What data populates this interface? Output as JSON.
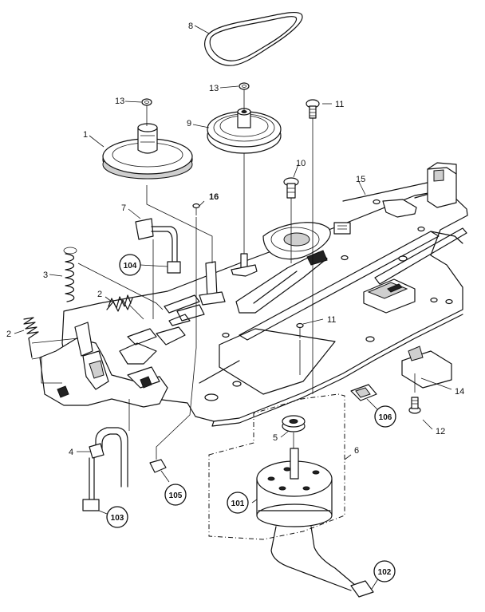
{
  "callouts": {
    "c1": "1",
    "c2a": "2",
    "c2b": "2",
    "c3": "3",
    "c4": "4",
    "c5": "5",
    "c6": "6",
    "c7": "7",
    "c8": "8",
    "c9": "9",
    "c10": "10",
    "c11a": "11",
    "c11b": "11",
    "c12": "12",
    "c13a": "13",
    "c13b": "13",
    "c14": "14",
    "c15": "15",
    "c16": "16"
  },
  "circled_callouts": {
    "c101": "101",
    "c102": "102",
    "c103": "103",
    "c104": "104",
    "c105": "105",
    "c106": "106"
  }
}
